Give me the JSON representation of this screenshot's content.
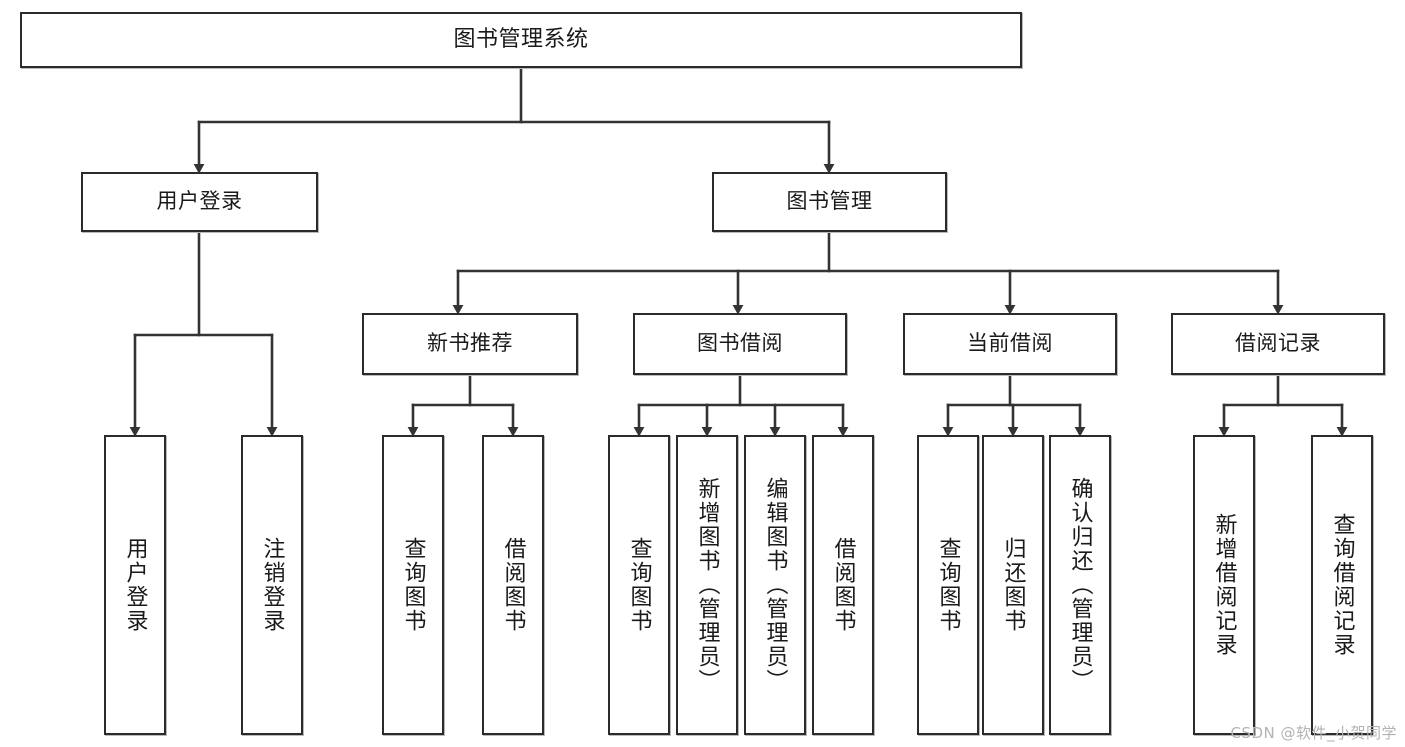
{
  "diagram": {
    "title": "图书管理系统",
    "watermark": "CSDN @软件_小贺同学",
    "colors": {
      "box_border": "#2b2b2b",
      "box_fill": "#ffffff",
      "edge": "#333333",
      "text": "#1a1a1a",
      "watermark": "#b3b3b3"
    }
  },
  "nodes": {
    "root": {
      "label": "图书管理系统",
      "level": 1
    },
    "l2": [
      {
        "id": "user-login",
        "label": "用户登录",
        "level": 2
      },
      {
        "id": "book-manage",
        "label": "图书管理",
        "level": 2
      }
    ],
    "l3": [
      {
        "id": "new-book-recommend",
        "label": "新书推荐",
        "level": 3
      },
      {
        "id": "book-borrow",
        "label": "图书借阅",
        "level": 3
      },
      {
        "id": "current-borrow",
        "label": "当前借阅",
        "level": 3
      },
      {
        "id": "borrow-record",
        "label": "借阅记录",
        "level": 3
      }
    ],
    "leaves": {
      "user-login": [
        {
          "id": "leaf-user-login",
          "label": "用户登录"
        },
        {
          "id": "leaf-user-logout",
          "label": "注销登录"
        }
      ],
      "new-book-recommend": [
        {
          "id": "leaf-query-book-1",
          "label": "查询图书"
        },
        {
          "id": "leaf-borrow-book-1",
          "label": "借阅图书"
        }
      ],
      "book-borrow": [
        {
          "id": "leaf-query-book-2",
          "label": "查询图书"
        },
        {
          "id": "leaf-add-book",
          "label": "新增图书（管理员）"
        },
        {
          "id": "leaf-edit-book",
          "label": "编辑图书（管理员）"
        },
        {
          "id": "leaf-borrow-book-2",
          "label": "借阅图书"
        }
      ],
      "current-borrow": [
        {
          "id": "leaf-query-book-3",
          "label": "查询图书"
        },
        {
          "id": "leaf-return-book",
          "label": "归还图书"
        },
        {
          "id": "leaf-confirm-return",
          "label": "确认归还（管理员）"
        }
      ],
      "borrow-record": [
        {
          "id": "leaf-add-record",
          "label": "新增借阅记录"
        },
        {
          "id": "leaf-query-record",
          "label": "查询借阅记录"
        }
      ]
    }
  }
}
